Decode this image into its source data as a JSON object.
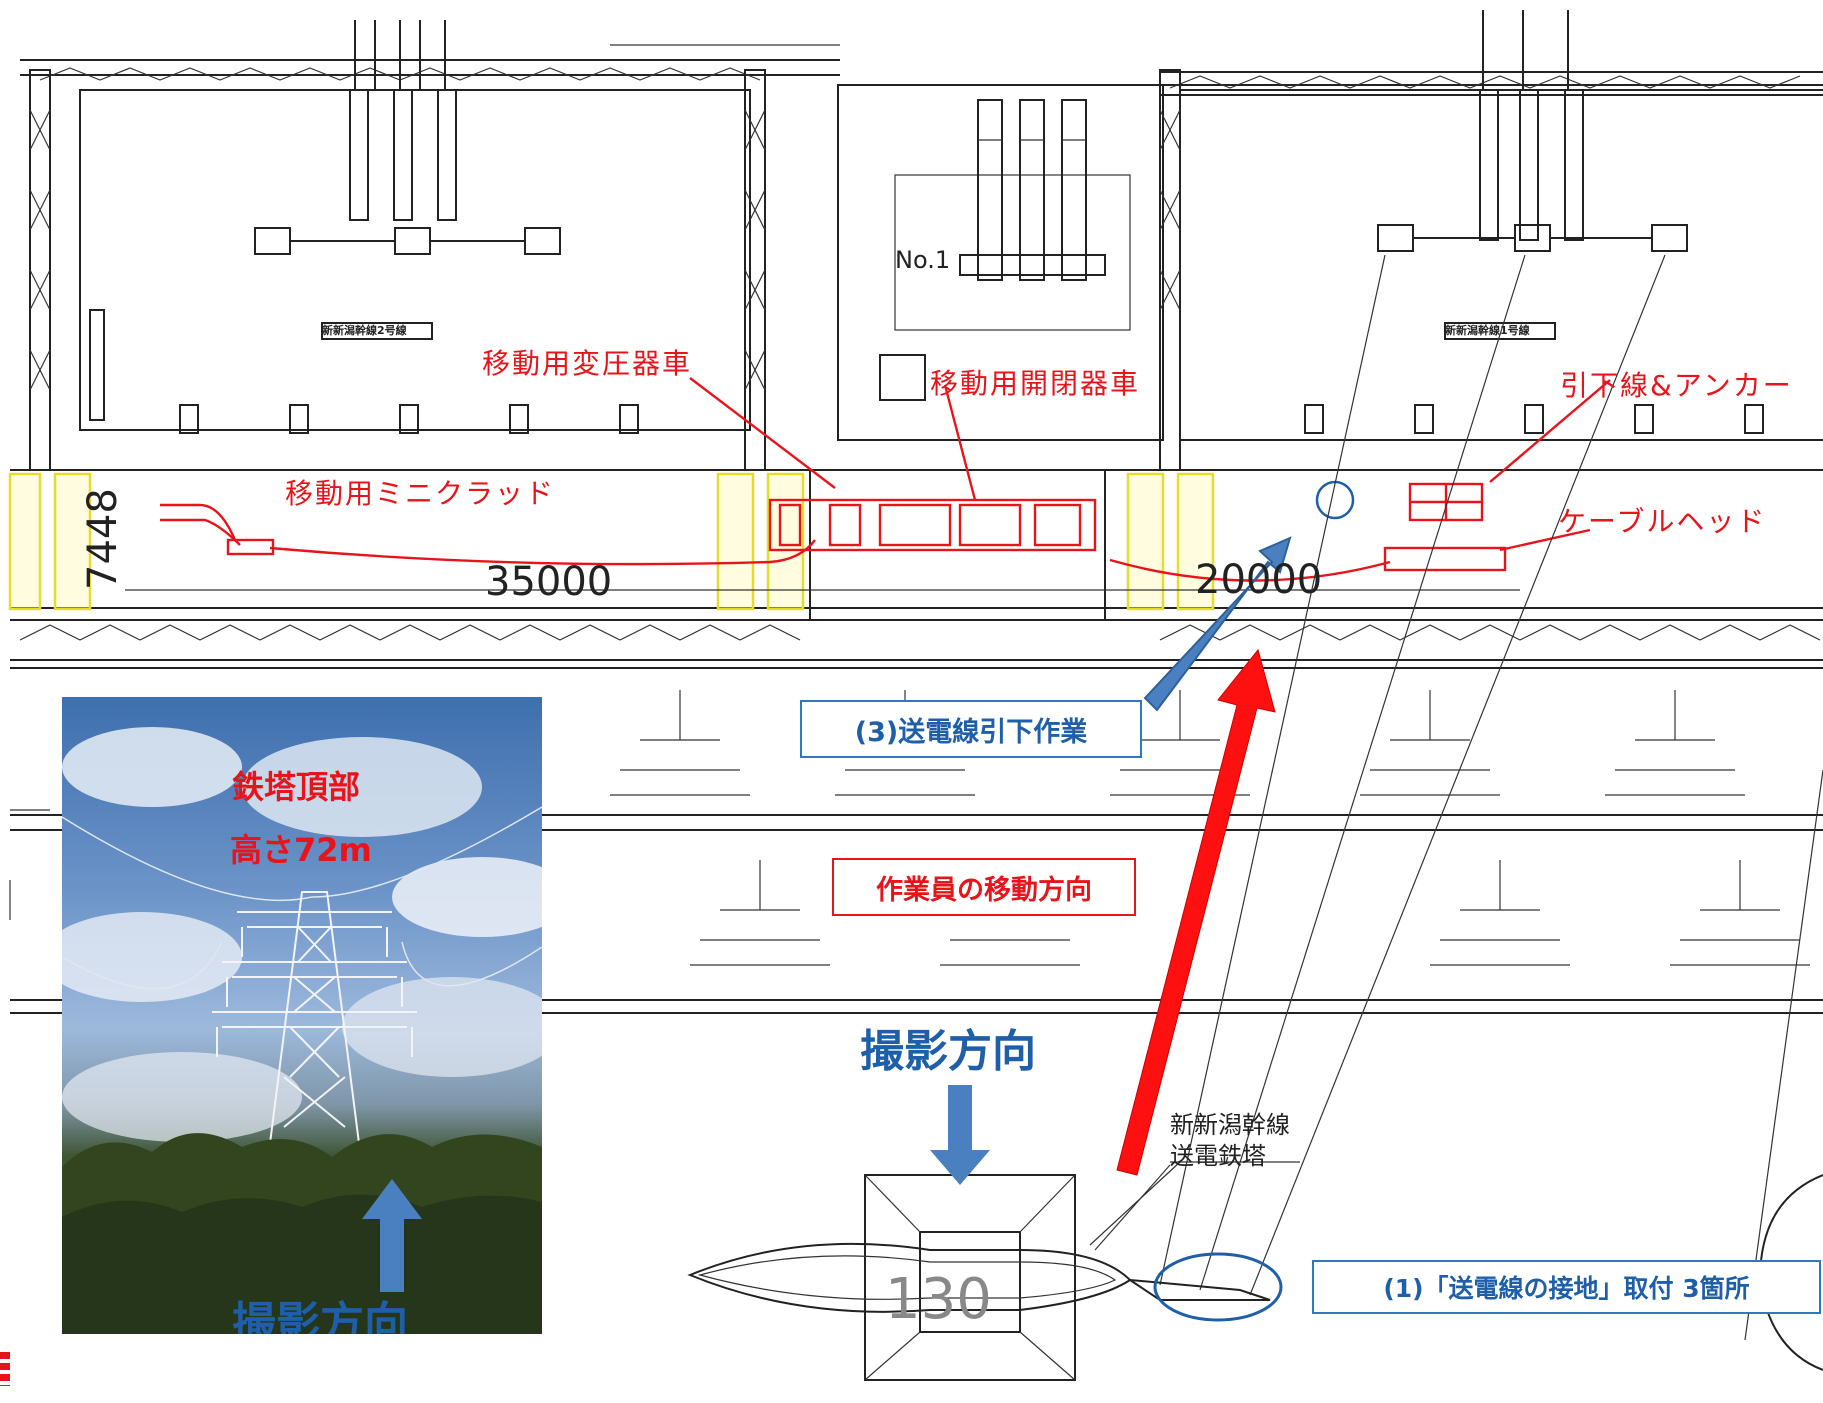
{
  "labels": {
    "mobile_transformer": "移動用変圧器車",
    "mobile_switchgear": "移動用開閉器車",
    "mobile_mini_clad": "移動用ミニクラッド",
    "downlead_anchor": "引下線&アンカー",
    "cable_head": "ケーブルヘッド",
    "dim_height": "7448",
    "dim_span_left": "35000",
    "dim_span_right": "20000",
    "tower_number": "130",
    "tower_name_line1": "新新潟幹線",
    "tower_name_line2": "送電鉄塔",
    "equipment_no": "No.1",
    "panel_left": "新新潟幹線2号線",
    "panel_right": "新新潟幹線1号線"
  },
  "callouts": {
    "step3": "(3)送電線引下作業",
    "worker_direction": "作業員の移動方向",
    "step1": "(1)「送電線の接地」取付 3箇所",
    "shooting_direction": "撮影方向"
  },
  "photo": {
    "tower_top": "鉄塔頂部",
    "height": "高さ72m",
    "shooting_direction": "撮影方向"
  },
  "colors": {
    "annotation_red": "#e8141c",
    "annotation_blue": "#1f5fa8",
    "arrow_blue": "#4b80c0",
    "highlight_yellow": "#fff7a6"
  }
}
